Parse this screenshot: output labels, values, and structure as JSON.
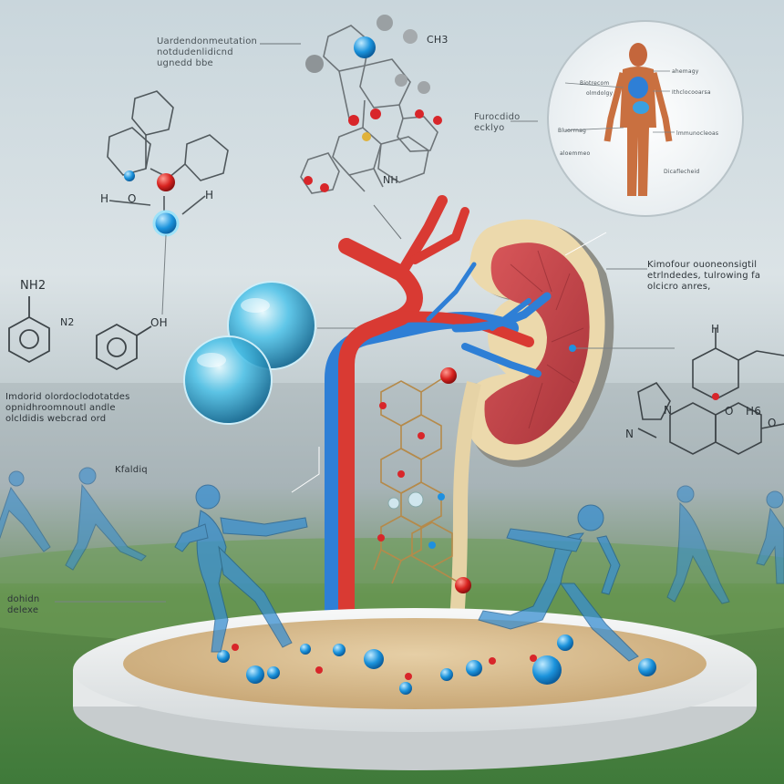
{
  "labels": {
    "top_center": [
      "Uardendonmeutation",
      "notdudenlidicnd",
      "ugnedd bbe"
    ],
    "top_right_mid": [
      "Furocdido",
      "ecklyo"
    ],
    "kidney_caption": [
      "Kimofour ouoneonsigtil",
      "etrlndedes, tulrowing fa",
      "olcicro anres,"
    ],
    "left_mid": [
      "Imdorid olordoclodotatdes",
      "opnidhroomnoutl andle",
      "olcldidis webcrad ord"
    ],
    "runner_left": "Kfaldiq",
    "bottom_left": [
      "dohidn",
      "delexe"
    ],
    "chem": {
      "ch3_top": "CH3",
      "h_left": "H",
      "o_left": "O",
      "h_left2": "H",
      "nh2": "NH2",
      "n_small": "N2",
      "oh": "OH",
      "nh_mid": "NH",
      "h_right": "H",
      "n_right": "N",
      "o_right": "O",
      "h6": "H6",
      "o_far": "O",
      "n_far": "N"
    },
    "body_diagram": [
      "Biotrecom",
      "olmdolgy",
      "ahemagy",
      "Ithclocooarsa",
      "Bluorrnag",
      "lmmunocleoas",
      "Dicaflecheid",
      "aloemmeo"
    ]
  },
  "colors": {
    "sky": "#d4dde1",
    "grass": "#4a8a3e",
    "artery": "#d93a33",
    "vein": "#2e7fd6",
    "kidney_outer": "#e9d8b0",
    "kidney_tissue": "#c8454a",
    "bubble": "#2aa9d9",
    "molecule_red": "#d8262a",
    "molecule_blue": "#1e90e0",
    "platform": "#eef1f2",
    "sand": "#d9bf95"
  }
}
